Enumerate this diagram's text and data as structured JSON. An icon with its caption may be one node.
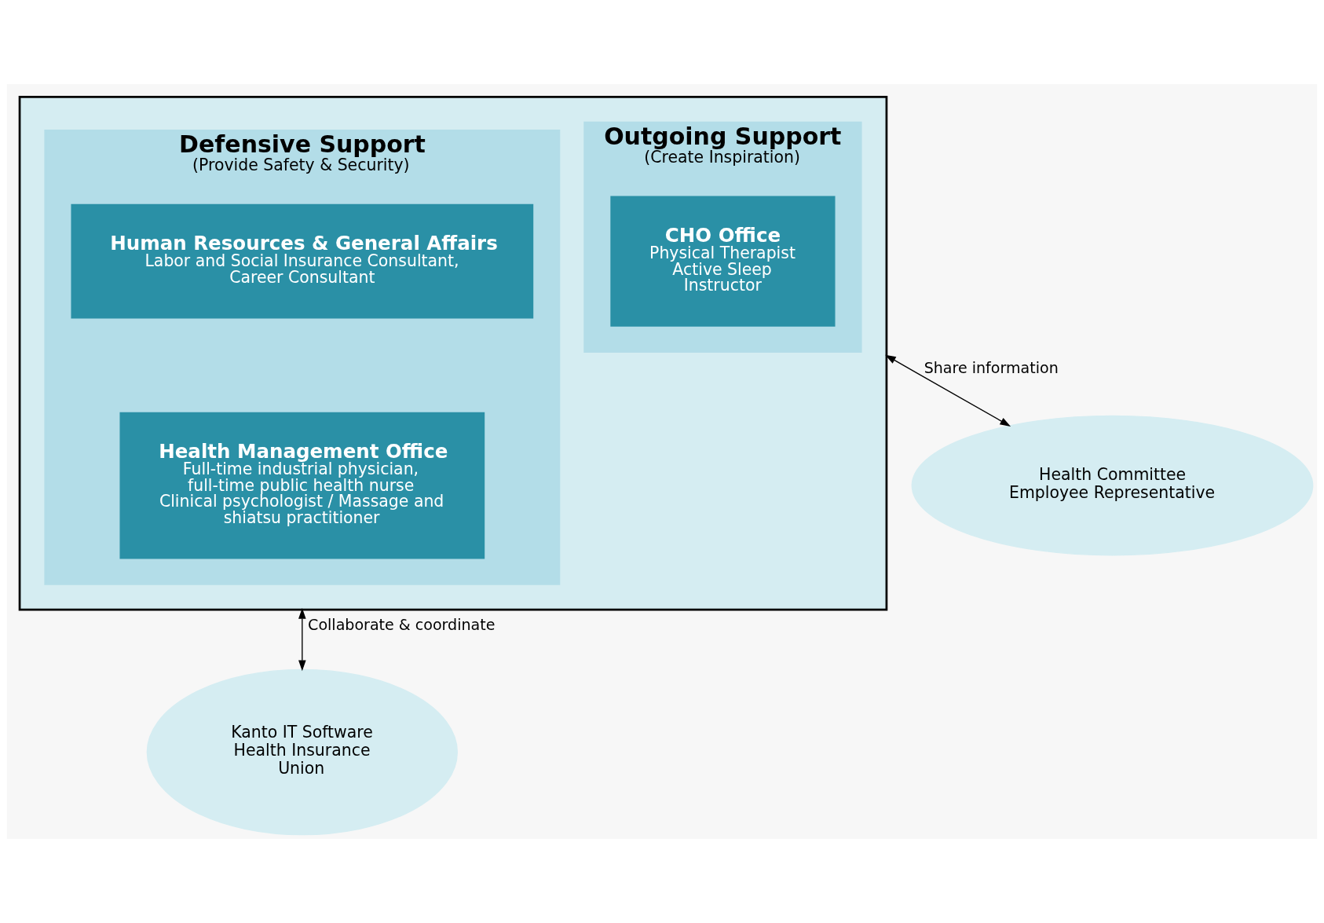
{
  "diagram": {
    "nodes": [
      {
        "text": [],
        "shape": "box"
      },
      {
        "text": [
          "Outgoing Support",
          "(Create Inspiration)"
        ],
        "in": 0
      },
      {
        "text": [
          "CHO Office",
          "Physical Therapist Active Sleep Instructor"
        ],
        "in": 1
      },
      {
        "text": [
          "Defensive Support",
          "(Provide Safety & Security)"
        ],
        "in": 0
      },
      {
        "text": [
          "Human Resources & General Affairs",
          "Labor and Social Insurance Consultant, Career Consultant"
        ],
        "in": 3
      },
      {
        "text": [
          "Health Management Office",
          "Full-time industrial physician, full-time public health nurse Clinical psychologist / Massage and shiatsu practitioner"
        ],
        "in": 3
      },
      {
        "text": [
          "Health Committee Employee Representative"
        ]
      },
      {
        "text": [
          "Kanto IT Software Health Insurance Union"
        ]
      }
    ],
    "edges": [
      {
        "from": 0,
        "to": 6,
        "arrow": "both",
        "label": "Share information"
      },
      {
        "from": 0,
        "to": 7,
        "arrow": "both",
        "label": "Collaborate & coordinate"
      }
    ]
  }
}
